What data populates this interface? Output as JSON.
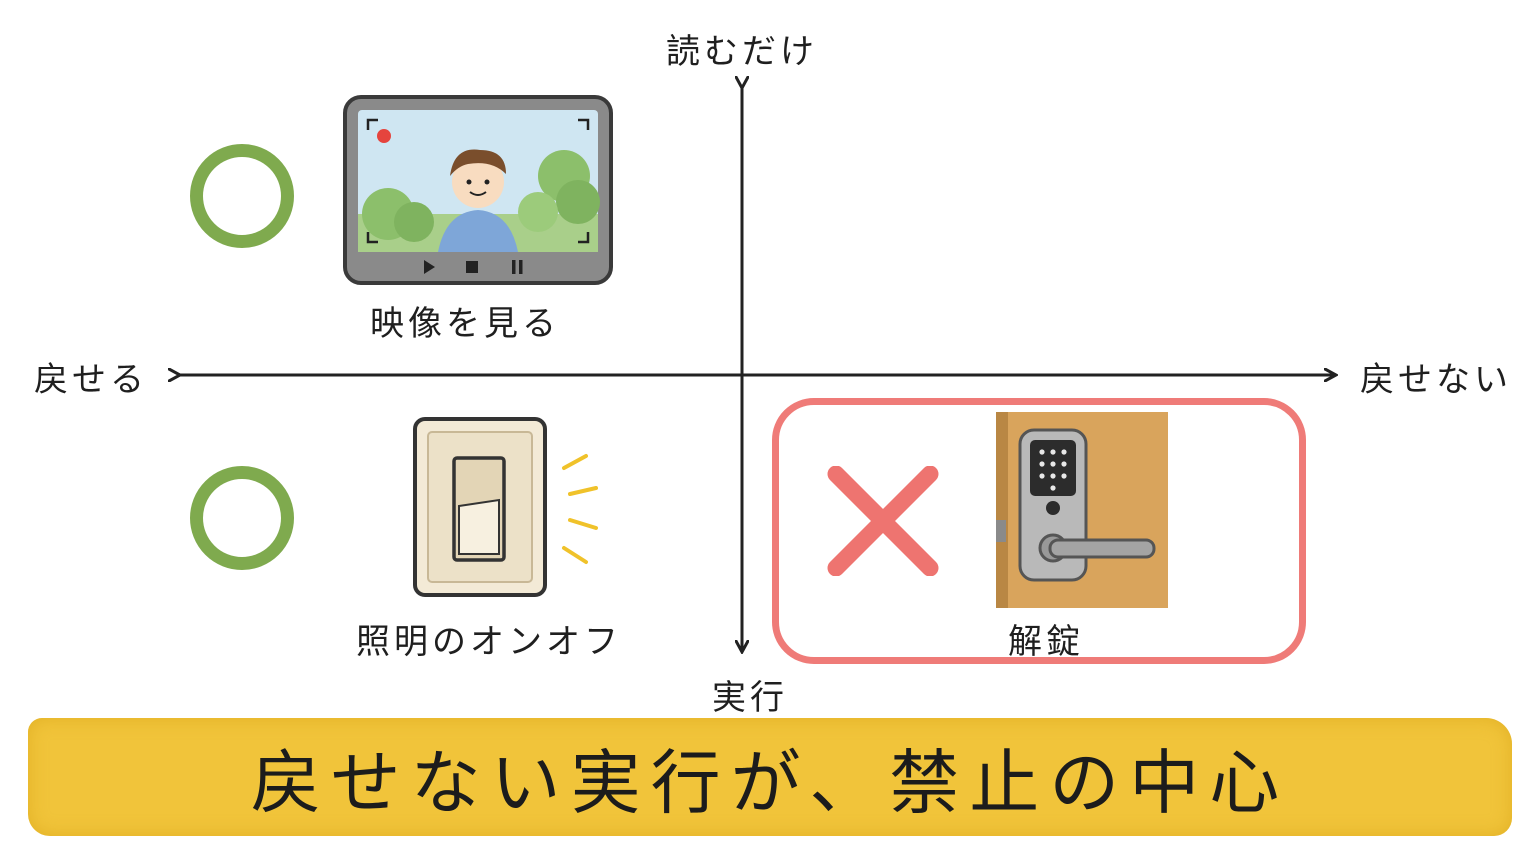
{
  "axes": {
    "top": "読むだけ",
    "bottom": "実行",
    "left": "戻せる",
    "right": "戻せない"
  },
  "quadrants": {
    "top_left": {
      "label": "映像を見る",
      "icon": "video-monitor-icon",
      "mark": "circle-ok-icon"
    },
    "bottom_left": {
      "label": "照明のオンオフ",
      "icon": "light-switch-icon",
      "mark": "circle-ok-icon"
    },
    "bottom_right": {
      "label": "解錠",
      "icon": "smart-lock-icon",
      "mark": "cross-ng-icon"
    }
  },
  "banner": {
    "text": "戻せない実行が、禁止の中心"
  },
  "colors": {
    "ok": "#7faa4e",
    "ng": "#ef7b78",
    "banner": "#f1c43a",
    "door": "#d9a45c"
  }
}
